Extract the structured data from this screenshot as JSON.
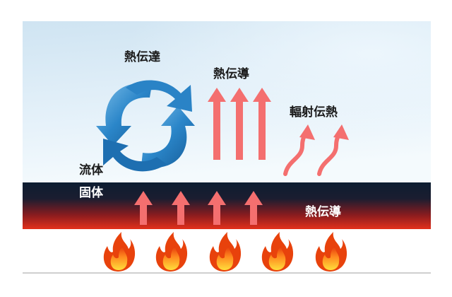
{
  "labels": {
    "convection": "熱伝達",
    "conduction_fluid": "熱伝導",
    "radiation": "輻射伝熱",
    "fluid": "流体",
    "solid": "固体",
    "conduction_solid": "熱伝導"
  },
  "colors": {
    "fluid_top_left": "#d3e6f3",
    "fluid_bottom": "#f2f9fd",
    "solid_top": "#0e1f33",
    "solid_bottom": "#e02a1a",
    "arrow": "#f46f6f",
    "cycle_arrow": "#1f74b8",
    "flame_outer": "#e8420c",
    "flame_inner": "#ffd43a",
    "ground_line": "#cfcfcf"
  },
  "icons": [
    "cycle-arrows-icon",
    "up-arrow-icon",
    "wavy-arrow-icon",
    "flame-icon"
  ]
}
